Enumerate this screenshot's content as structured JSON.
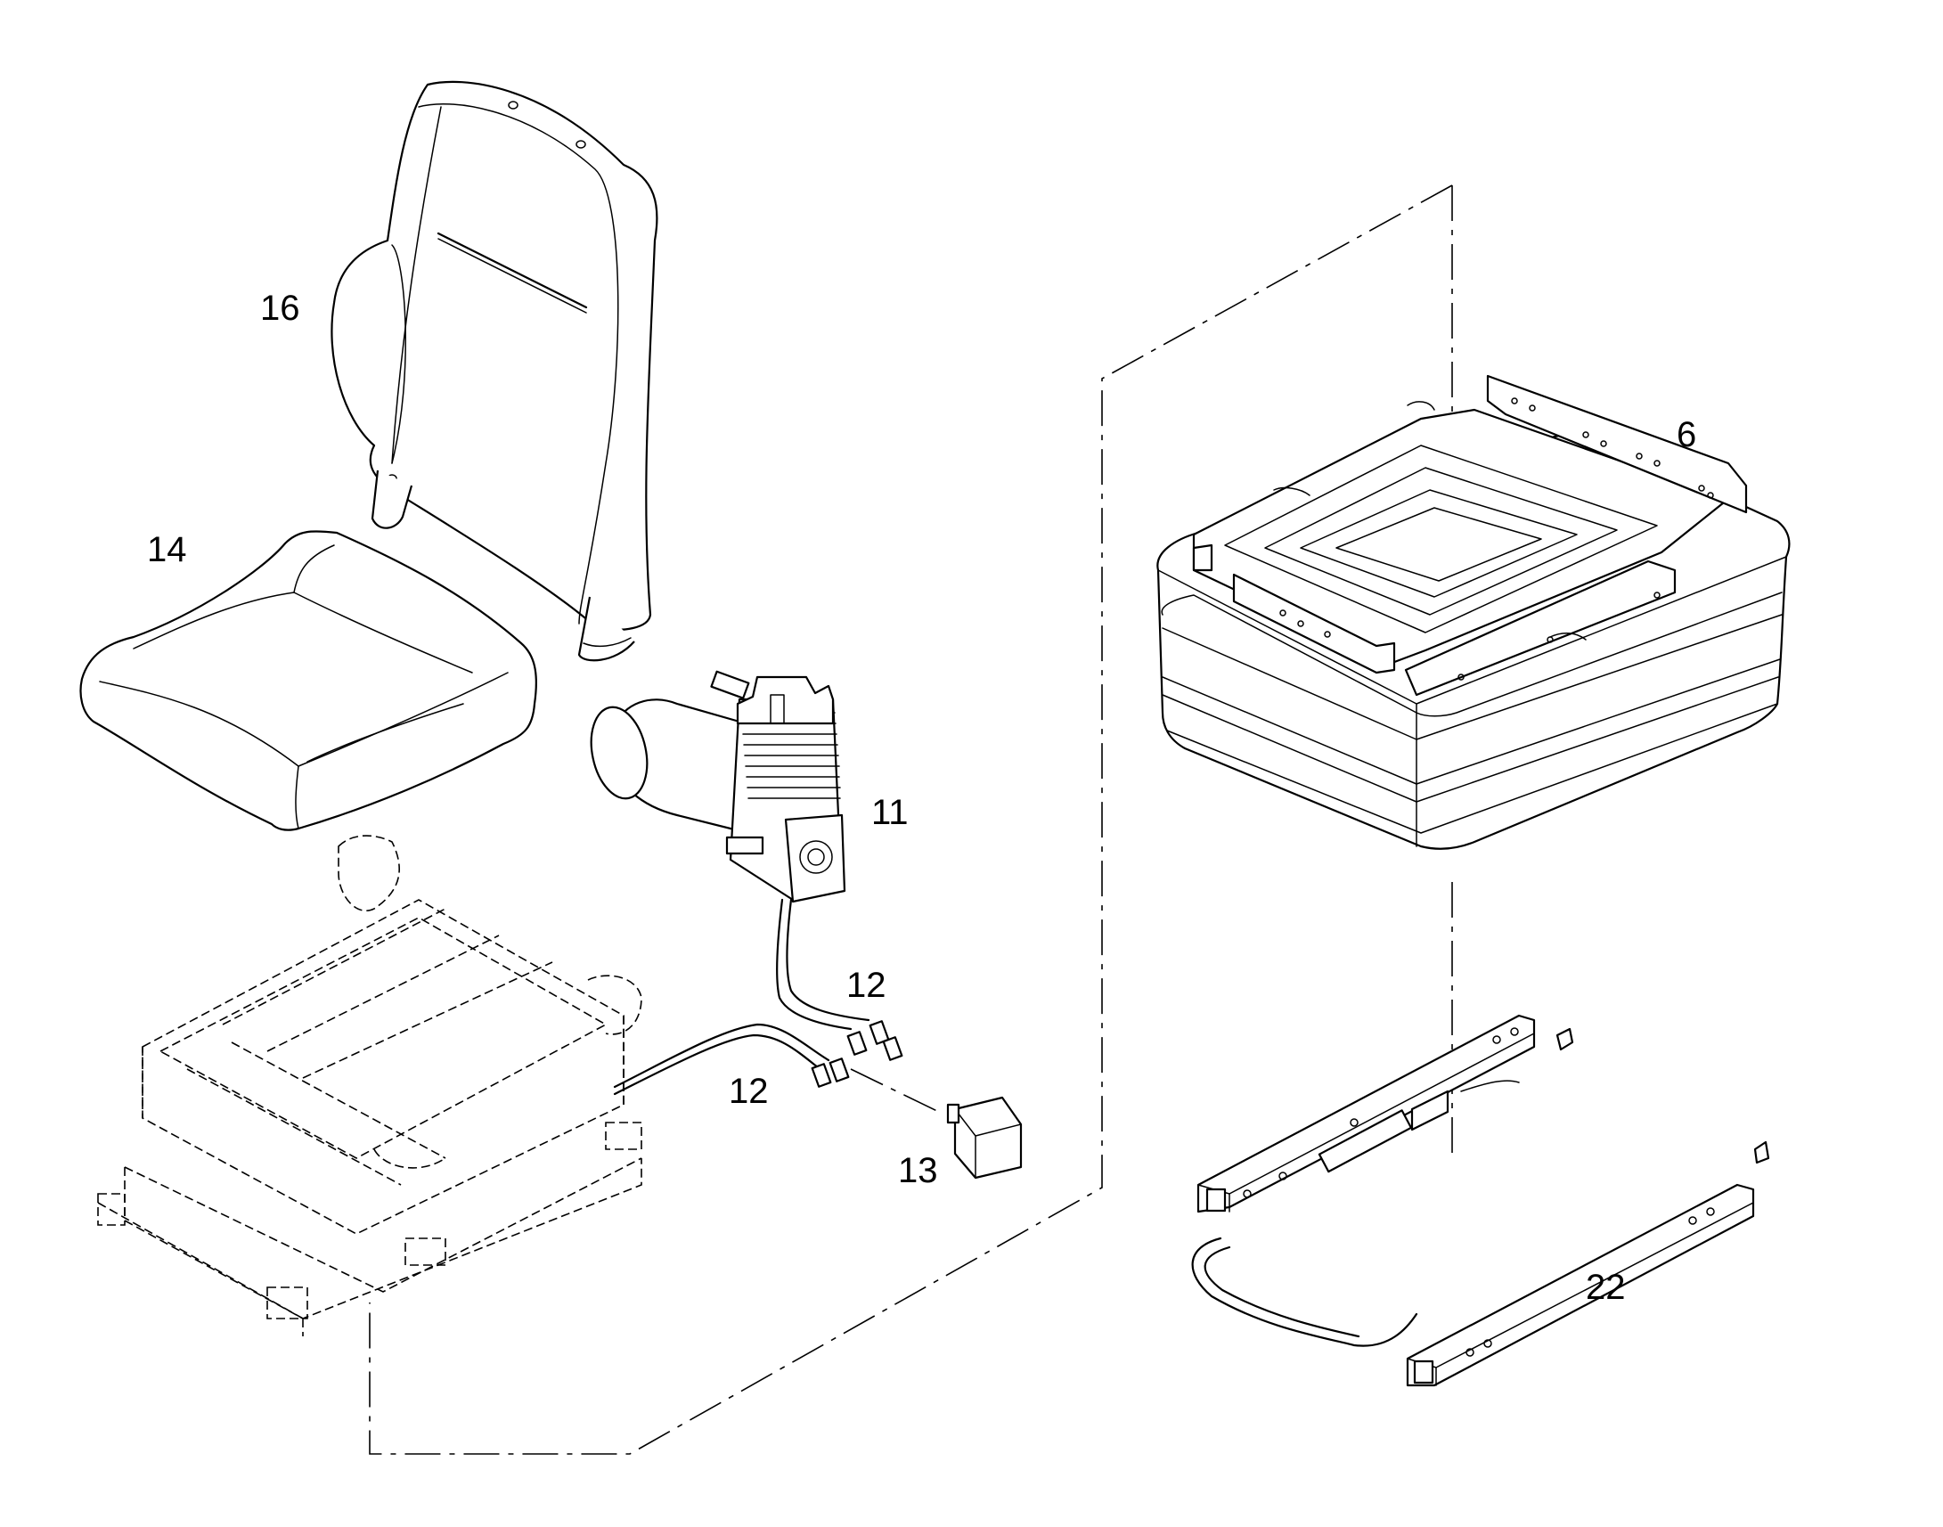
{
  "callouts": {
    "backrest": "16",
    "seat_cushion": "14",
    "compressor": "11",
    "harness_upper": "12",
    "harness_lower": "12",
    "relay": "13",
    "suspension_bellows": "6",
    "slide_rails": "22"
  }
}
